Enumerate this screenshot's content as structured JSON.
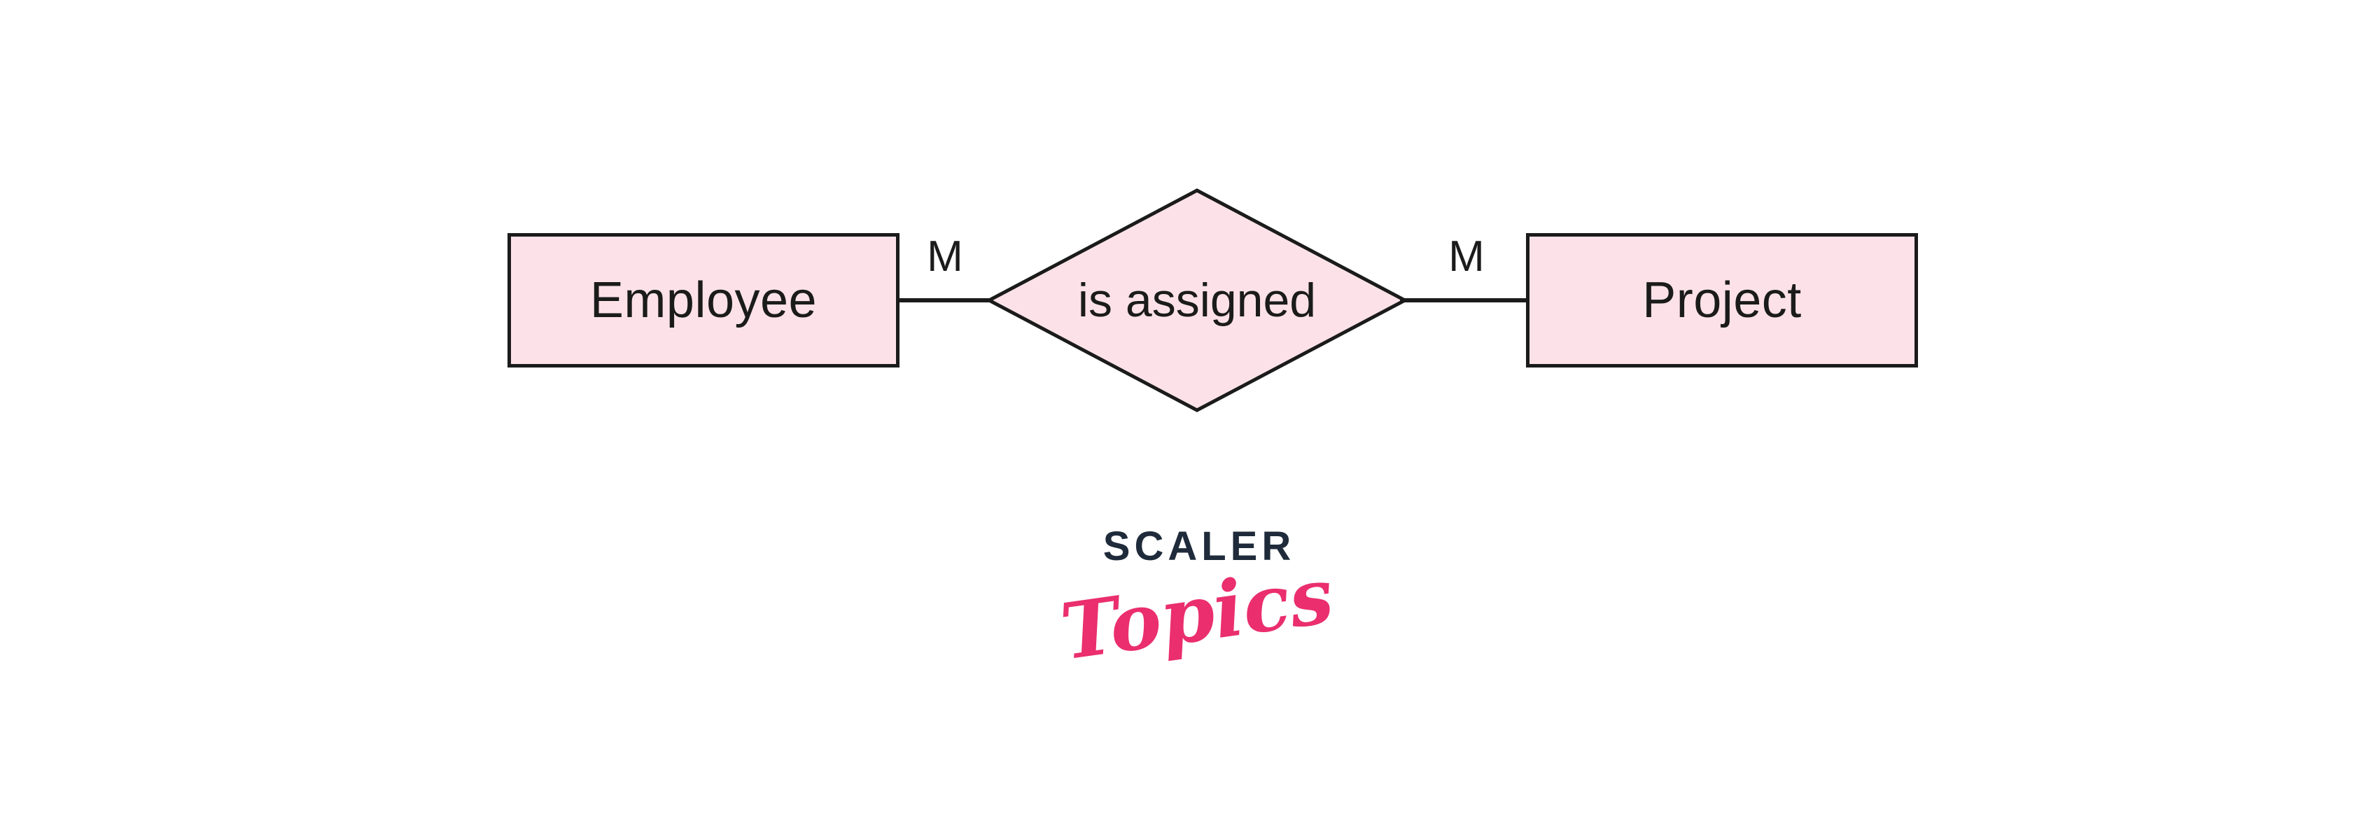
{
  "colors": {
    "background": "#ffffff",
    "shape_fill": "#fce2e8",
    "shape_stroke": "#1b1b1b",
    "text": "#1b1b1b",
    "logo_navy": "#1f2b3a",
    "logo_pink": "#ea2e6e"
  },
  "diagram": {
    "entities": [
      {
        "label": "Employee"
      },
      {
        "label": "Project"
      }
    ],
    "relationship": {
      "label": "is assigned"
    },
    "cardinalities": [
      {
        "label": "M"
      },
      {
        "label": "M"
      }
    ]
  },
  "logo": {
    "brand": "SCALER",
    "subbrand": "Topics"
  }
}
